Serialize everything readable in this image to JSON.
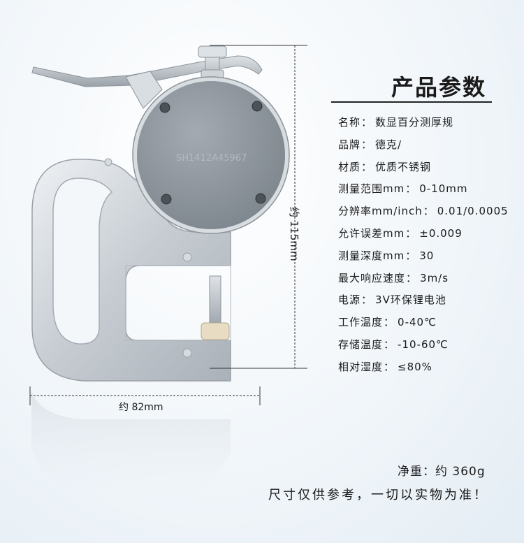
{
  "title": "产品参数",
  "specs": [
    {
      "label": "名称",
      "value": "数显百分测厚规"
    },
    {
      "label": "品牌",
      "value": "德克/"
    },
    {
      "label": "材质",
      "value": "优质不锈钢"
    },
    {
      "label": "测量范围mm",
      "value": "0-10mm"
    },
    {
      "label": "分辨率mm/inch",
      "value": "0.01/0.0005"
    },
    {
      "label": "允许误差mm",
      "value": "±0.009"
    },
    {
      "label": "测量深度mm",
      "value": "30"
    },
    {
      "label": "最大响应速度",
      "value": "3m/s"
    },
    {
      "label": "电源",
      "value": "3V环保锂电池"
    },
    {
      "label": "工作温度",
      "value": "0-40℃"
    },
    {
      "label": "存储温度",
      "value": "-10-60℃"
    },
    {
      "label": "相对湿度",
      "value": "≤80%"
    }
  ],
  "colon": "：",
  "weight": "净重：约 360g",
  "note": "尺寸仅供参考，一切以实物为准！",
  "dim_width": "约 82mm",
  "dim_height": "约 115mm",
  "dial_engraving": "SH1412A45967",
  "colors": {
    "metal": "#c9ced4",
    "dial": "#8e959c",
    "pad": "#e8dcc2"
  }
}
